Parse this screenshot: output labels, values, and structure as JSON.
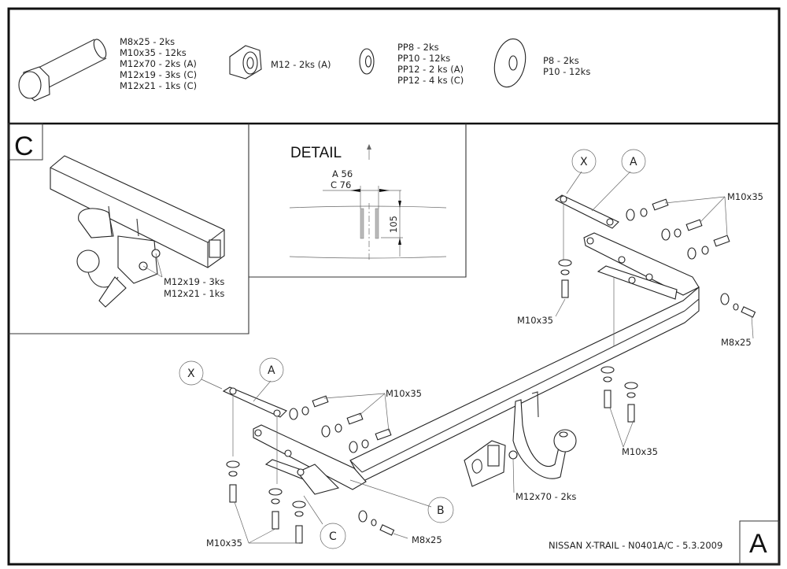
{
  "parts_list": {
    "bolts": {
      "icon": "hex-bolt-icon",
      "items": [
        "M8x25 - 2ks",
        "M10x35 - 12ks",
        "M12x70 - 2ks (A)",
        "M12x19 - 3ks (C)",
        "M12x21 - 1ks (C)"
      ]
    },
    "nuts": {
      "icon": "hex-nut-icon",
      "items": [
        "M12 - 2ks (A)"
      ]
    },
    "spring_washers": {
      "icon": "spring-washer-icon",
      "items": [
        "PP8 - 2ks",
        "PP10 - 12ks",
        "PP12 - 2 ks (A)",
        "PP12 - 4 ks (C)"
      ]
    },
    "flat_washers": {
      "icon": "flat-washer-icon",
      "items": [
        "P8 - 2ks",
        "P10 - 12ks"
      ]
    }
  },
  "variant_c": {
    "tag": "C",
    "labels": [
      "M12x19 - 3ks",
      "M12x21 - 1ks"
    ]
  },
  "detail": {
    "title": "DETAIL",
    "dim_a": "A 56",
    "dim_c": "C 76",
    "height": "105"
  },
  "main_drawing": {
    "callouts": [
      "X",
      "A",
      "X",
      "A",
      "B",
      "C"
    ],
    "labels": {
      "m10x35": "M10x35",
      "m8x25": "M8x25",
      "m12x70": "M12x70 - 2ks"
    }
  },
  "title_block": {
    "text": "NISSAN X-TRAIL - N0401A/C - 5.3.2009",
    "sheet_variant": "A"
  }
}
